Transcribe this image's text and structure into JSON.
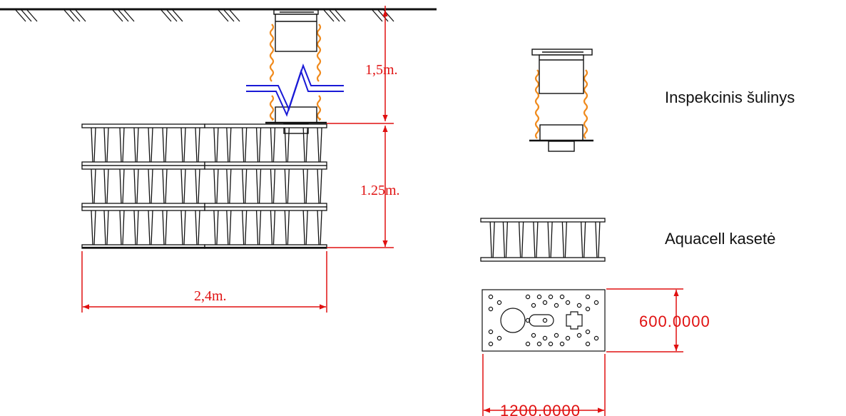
{
  "colors": {
    "line": "#111111",
    "dimension": "#e01010",
    "geotextile": "#f08a1c",
    "break": "#1a1ad6"
  },
  "dimensions": {
    "depth_cover": "1,5m.",
    "depth_cassettes": "1.25m.",
    "width_total": "2,4m.",
    "cassette_height": "600.0000",
    "cassette_length": "1200.0000"
  },
  "labels": {
    "inspection_well": "Inspekcinis šulinys",
    "cassette": "Aquacell kasetė"
  }
}
